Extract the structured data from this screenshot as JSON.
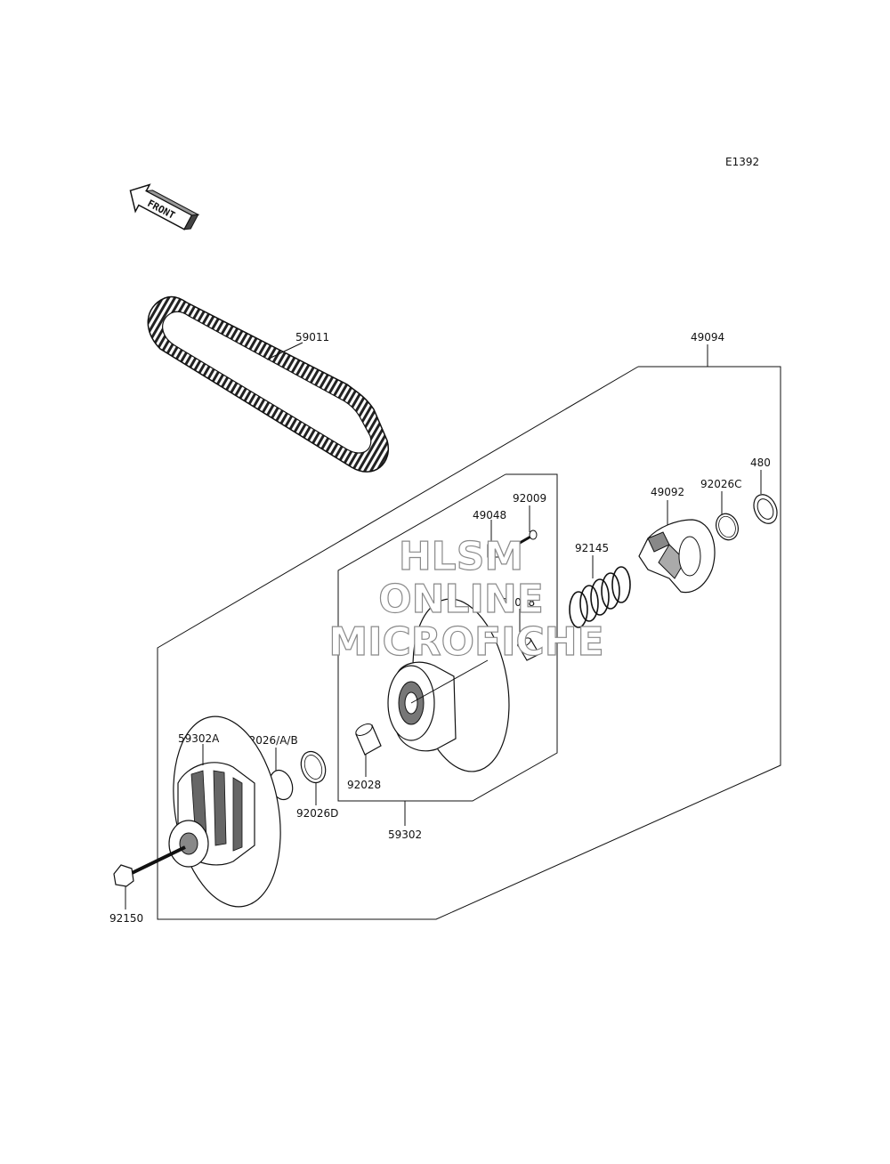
{
  "figure_code": "E1392",
  "front_arrow": {
    "text": "FRONT",
    "icon": "front-arrow-icon"
  },
  "watermark": {
    "lines": [
      "HLSM",
      "ONLINE",
      "MICROFICHE"
    ]
  },
  "callouts": {
    "belt": "59011",
    "assembly": "49094",
    "circlip": "480",
    "washer_c": "92026C",
    "cam": "49092",
    "spring": "92145",
    "pin": "92009",
    "slider": "49048",
    "bushing_upper": "92028",
    "bushing_lower": "92028",
    "sheave_movable_assy": "59302",
    "sheave_fixed": "59302A",
    "washer_ab": "92026/A/B",
    "washer_d": "92026D",
    "bolt": "92150"
  }
}
